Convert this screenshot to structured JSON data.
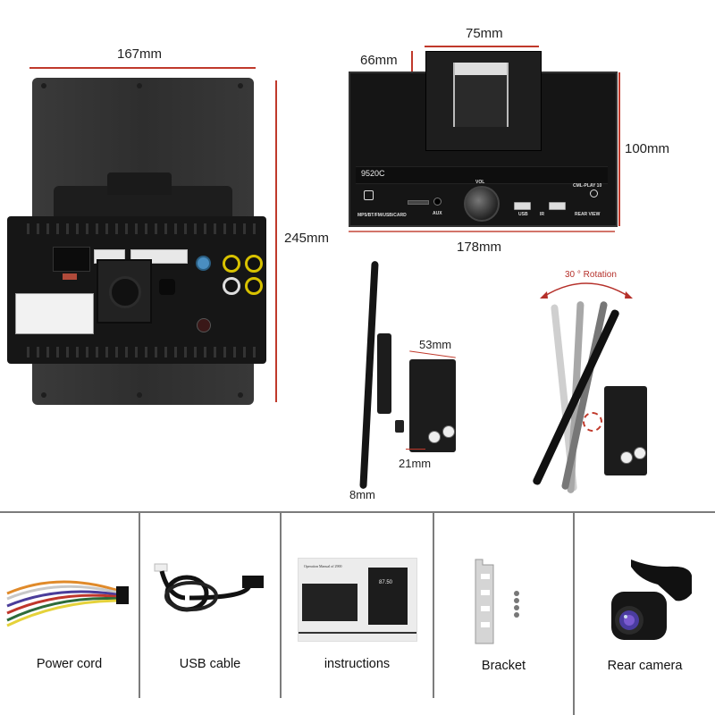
{
  "dimensions": {
    "back_width": "167mm",
    "back_height": "245mm",
    "front_bracket_width": "75mm",
    "front_bracket_height": "66mm",
    "front_height": "100mm",
    "front_width": "178mm",
    "side_depth": "53mm",
    "side_bracket": "21mm",
    "side_thickness": "8mm",
    "rotation": "30 ° Rotation"
  },
  "front_panel": {
    "model": "9520C",
    "vol_label": "VOL",
    "brand": "CML-PLAY 10",
    "mode_text": "MP5/BT/FM/USB/CARD",
    "aux": "AUX",
    "usb": "USB",
    "ir": "IR",
    "rear_view": "REAR VIEW"
  },
  "accessories": [
    {
      "label": "Power cord",
      "icon": "power-cord-icon"
    },
    {
      "label": "USB cable",
      "icon": "usb-cable-icon"
    },
    {
      "label": "instructions",
      "icon": "manual-icon",
      "manual_title": "Operation Manual of 2900",
      "manual_display": "87.50"
    },
    {
      "label": "Bracket",
      "icon": "bracket-icon"
    },
    {
      "label": "Rear camera",
      "icon": "camera-icon"
    }
  ],
  "colors": {
    "dimension_line": "#c0392b",
    "rotation_text": "#b5302a",
    "divider": "#7c7c7c"
  }
}
